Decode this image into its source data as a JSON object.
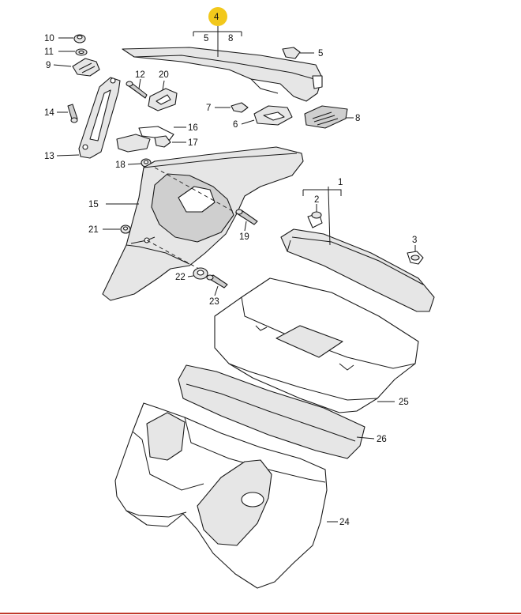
{
  "highlight_color": "#f2c81b",
  "rule_color": "#c0392b",
  "callouts": {
    "c4": "4",
    "c5a": "5",
    "c8a": "8",
    "c5": "5",
    "c10": "10",
    "c11": "11",
    "c9": "9",
    "c12": "12",
    "c20": "20",
    "c7": "7",
    "c6": "6",
    "c8": "8",
    "c14": "14",
    "c16": "16",
    "c17": "17",
    "c13": "13",
    "c18": "18",
    "c1": "1",
    "c2": "2",
    "c15": "15",
    "c21": "21",
    "c19": "19",
    "c3": "3",
    "c22": "22",
    "c23": "23",
    "c25": "25",
    "c26": "26",
    "c24": "24"
  }
}
